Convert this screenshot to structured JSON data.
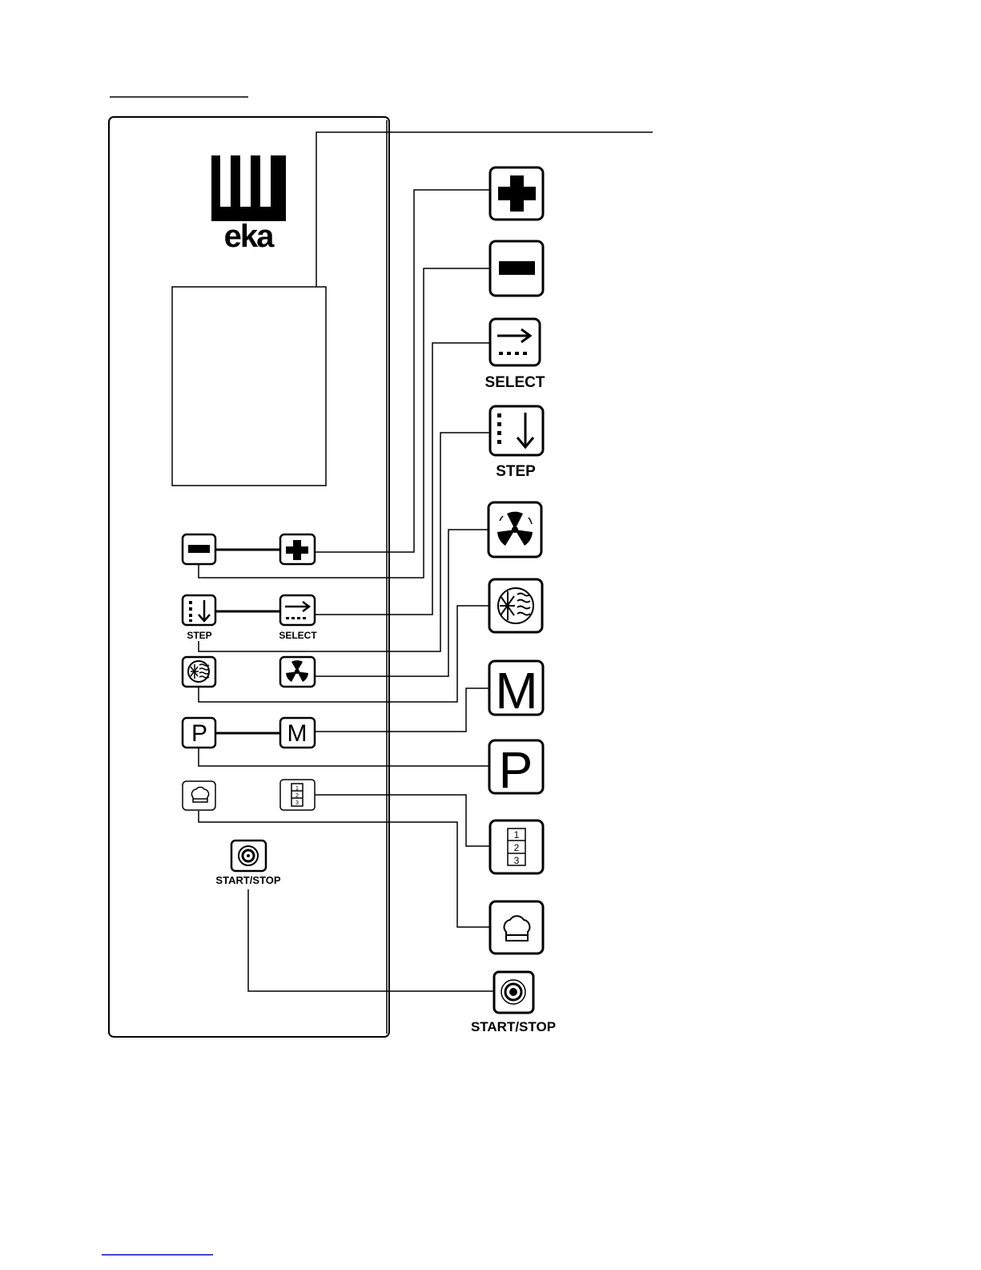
{
  "brand": {
    "logo_text": "eka"
  },
  "panel": {
    "small_labels": {
      "step": "STEP",
      "select": "SELECT",
      "start_stop": "START/STOP"
    }
  },
  "legend": {
    "select_label": "SELECT",
    "step_label": "STEP",
    "start_stop_label": "START/STOP",
    "m_key_letter": "M",
    "p_key_letter": "P",
    "level_numbers": [
      "1",
      "2",
      "3"
    ]
  },
  "icons": {
    "plus": "plus-icon",
    "minus": "minus-icon",
    "select": "arrow-right-dots-icon",
    "step": "arrow-down-dots-icon",
    "fan": "fan-icon",
    "steam": "steam-snowflake-icon",
    "chef": "chef-hat-icon",
    "levels": "stacked-levels-icon",
    "start_stop": "power-ring-icon"
  },
  "colors": {
    "ink": "#000000",
    "paper": "#ffffff",
    "link": "#0000ee"
  }
}
